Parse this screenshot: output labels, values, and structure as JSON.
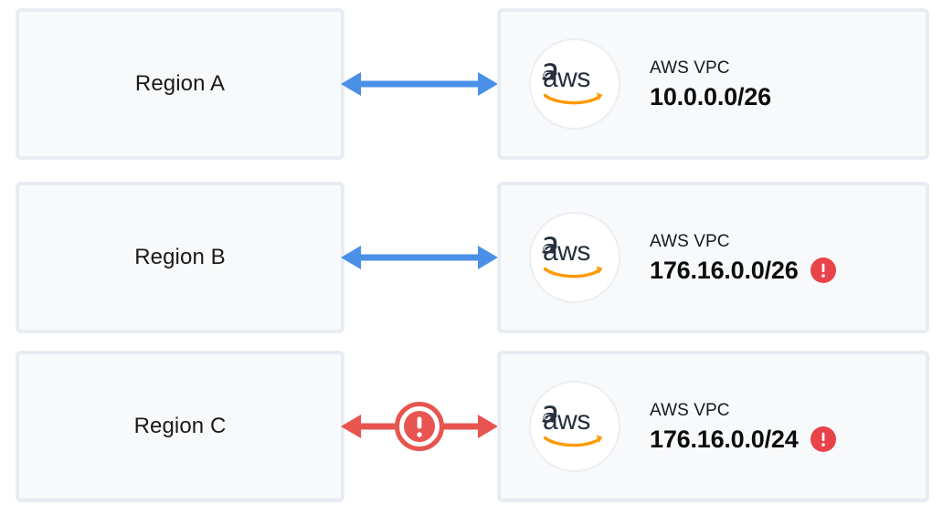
{
  "diagram": {
    "title": "AWS VPC CIDR overlap diagram",
    "colors": {
      "arrow_ok": "#4a90e8",
      "arrow_error": "#e8544f",
      "warning": "#e8434a",
      "box_fill": "#f7f9fb",
      "box_border": "#e8ecf2",
      "aws_text": "#252f3e",
      "aws_swoosh": "#f90"
    },
    "rows": [
      {
        "region": {
          "label": "Region A"
        },
        "connector": {
          "state": "ok",
          "icon": "double-arrow-icon",
          "error_icon": ""
        },
        "vpc": {
          "logo_text": "aws",
          "title": "AWS VPC",
          "cidr": "10.0.0.0/26",
          "has_warning": false,
          "warning_icon": "alert-icon"
        }
      },
      {
        "region": {
          "label": "Region B"
        },
        "connector": {
          "state": "ok",
          "icon": "double-arrow-icon",
          "error_icon": ""
        },
        "vpc": {
          "logo_text": "aws",
          "title": "AWS VPC",
          "cidr": "176.16.0.0/26",
          "has_warning": true,
          "warning_icon": "alert-icon"
        }
      },
      {
        "region": {
          "label": "Region C"
        },
        "connector": {
          "state": "error",
          "icon": "double-arrow-icon",
          "error_icon": "alert-circle-icon"
        },
        "vpc": {
          "logo_text": "aws",
          "title": "AWS VPC",
          "cidr": "176.16.0.0/24",
          "has_warning": true,
          "warning_icon": "alert-icon"
        }
      }
    ]
  }
}
